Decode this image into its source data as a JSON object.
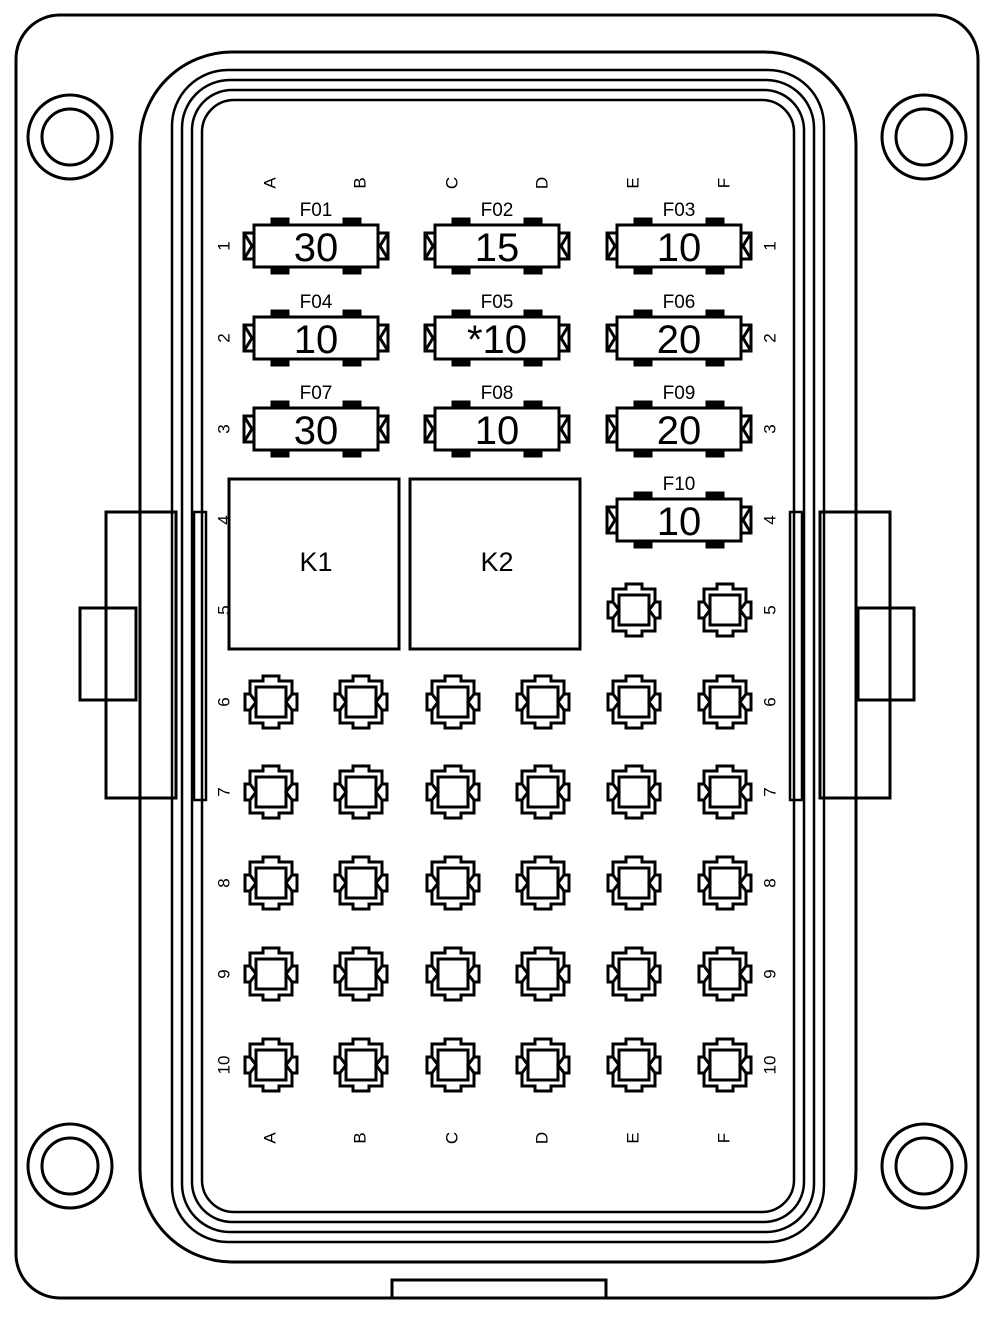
{
  "columns": [
    "A",
    "B",
    "C",
    "D",
    "E",
    "F"
  ],
  "rows": [
    "1",
    "2",
    "3",
    "4",
    "5",
    "6",
    "7",
    "8",
    "9",
    "10"
  ],
  "fuses": [
    {
      "id": "F01",
      "rating": "30",
      "col": 0,
      "row": 0
    },
    {
      "id": "F02",
      "rating": "15",
      "col": 1,
      "row": 0
    },
    {
      "id": "F03",
      "rating": "10",
      "col": 2,
      "row": 0
    },
    {
      "id": "F04",
      "rating": "10",
      "col": 0,
      "row": 1
    },
    {
      "id": "F05",
      "rating": "*10",
      "col": 1,
      "row": 1
    },
    {
      "id": "F06",
      "rating": "20",
      "col": 2,
      "row": 1
    },
    {
      "id": "F07",
      "rating": "30",
      "col": 0,
      "row": 2
    },
    {
      "id": "F08",
      "rating": "10",
      "col": 1,
      "row": 2
    },
    {
      "id": "F09",
      "rating": "20",
      "col": 2,
      "row": 2
    },
    {
      "id": "F10",
      "rating": "10",
      "col": 2,
      "row": 3
    }
  ],
  "relays": [
    {
      "id": "K1"
    },
    {
      "id": "K2"
    }
  ],
  "terminal_rows": {
    "row5_columns": [
      "E",
      "F"
    ],
    "rows_6_to_10_columns": [
      "A",
      "B",
      "C",
      "D",
      "E",
      "F"
    ]
  },
  "colors": {
    "line": "#000000",
    "background": "#ffffff"
  }
}
